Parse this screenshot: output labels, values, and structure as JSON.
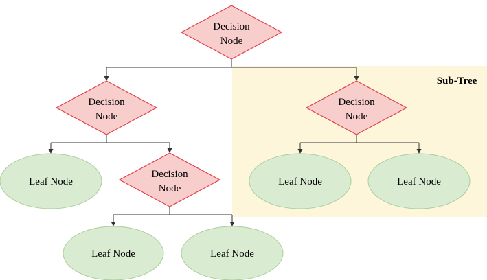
{
  "subtree_label": "Sub-Tree",
  "node_labels": {
    "decision": [
      "Decision",
      "Node"
    ],
    "leaf": "Leaf Node"
  },
  "nodes": [
    {
      "id": "root",
      "kind": "decision",
      "label_lines": [
        "Decision",
        "Node"
      ]
    },
    {
      "id": "left-decision",
      "kind": "decision",
      "label_lines": [
        "Decision",
        "Node"
      ]
    },
    {
      "id": "right-decision",
      "kind": "decision",
      "label_lines": [
        "Decision",
        "Node"
      ]
    },
    {
      "id": "inner-decision",
      "kind": "decision",
      "label_lines": [
        "Decision",
        "Node"
      ]
    },
    {
      "id": "leaf-left",
      "kind": "leaf",
      "label": "Leaf Node"
    },
    {
      "id": "leaf-inner-left",
      "kind": "leaf",
      "label": "Leaf Node"
    },
    {
      "id": "leaf-inner-right",
      "kind": "leaf",
      "label": "Leaf Node"
    },
    {
      "id": "leaf-right-a",
      "kind": "leaf",
      "label": "Leaf Node"
    },
    {
      "id": "leaf-right-b",
      "kind": "leaf",
      "label": "Leaf Node"
    }
  ],
  "edges": [
    {
      "from": "root",
      "to": [
        "left-decision",
        "right-decision"
      ]
    },
    {
      "from": "left-decision",
      "to": [
        "leaf-left",
        "inner-decision"
      ]
    },
    {
      "from": "right-decision",
      "to": [
        "leaf-right-a",
        "leaf-right-b"
      ]
    },
    {
      "from": "inner-decision",
      "to": [
        "leaf-inner-left",
        "leaf-inner-right"
      ]
    }
  ],
  "colors": {
    "decision_fill": "#f8cecc",
    "decision_stroke": "#e0414a",
    "leaf_fill": "#d9ecd2",
    "leaf_stroke": "#a9cf9a",
    "subtree_fill": "#fdf6db",
    "connector": "#333333"
  }
}
